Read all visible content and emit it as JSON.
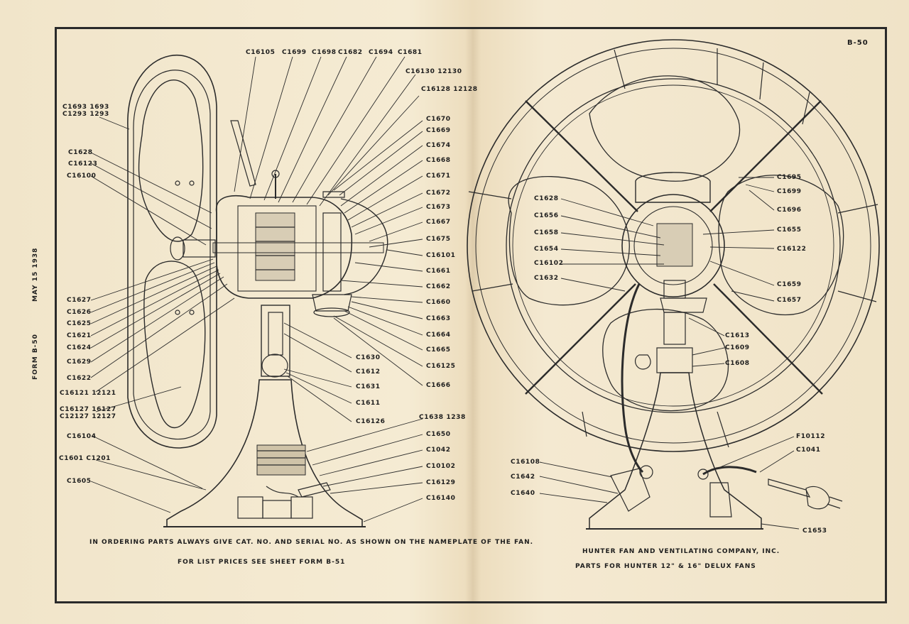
{
  "sheet_number": "B-50",
  "side_date": "MAY 15 1938",
  "side_form": "FORM B-50",
  "notes": {
    "ordering": "IN ORDERING PARTS ALWAYS GIVE CAT. NO. AND SERIAL NO. AS SHOWN ON THE NAMEPLATE OF THE FAN.",
    "prices": "FOR LIST PRICES SEE SHEET FORM B-51",
    "company": "HUNTER FAN AND VENTILATING COMPANY, INC.",
    "parts_title": "PARTS FOR HUNTER 12\" & 16\" DELUX FANS"
  },
  "left_top": [
    "C16105",
    "C1699",
    "C1698",
    "C1682",
    "C1694",
    "C1681",
    "C16130 12130",
    "C16128 12128"
  ],
  "left_left": [
    "C1693 1693\nC1293 1293",
    "C1628",
    "C16123",
    "C16100",
    "C1627",
    "C1626",
    "C1625",
    "C1621",
    "C1624",
    "C1629",
    "C1622",
    "C16121 12121",
    "C16127 16127\nC12127 12127",
    "C16104",
    "C1601 C1201",
    "C1605"
  ],
  "left_right": [
    "C1670",
    "C1669",
    "C1674",
    "C1668",
    "C1671",
    "C1672",
    "C1673",
    "C1667",
    "C1675",
    "C16101",
    "C1661",
    "C1662",
    "C1660",
    "C1663",
    "C1664",
    "C1665",
    "C16125",
    "C1666",
    "C1638 1238",
    "C1650",
    "C1042",
    "C10102",
    "C16129",
    "C16140"
  ],
  "left_mid": [
    "C1630",
    "C1612",
    "C1631",
    "C1611",
    "C16126"
  ],
  "right_left": [
    "C1628",
    "C1656",
    "C1658",
    "C1654",
    "C16102",
    "C1632",
    "C16108",
    "C1642",
    "C1640"
  ],
  "right_right": [
    "C1695",
    "C1699",
    "C1696",
    "C1655",
    "C16122",
    "C1659",
    "C1657",
    "C1613",
    "C1609",
    "C1608",
    "F10112",
    "C1041",
    "C1653"
  ]
}
